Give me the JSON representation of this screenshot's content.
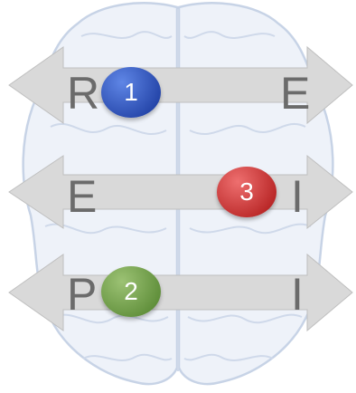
{
  "colors": {
    "arrow_fill": "#d9d9d9",
    "letter": "#6b6b6b",
    "brain_stroke": "#c7d3e6",
    "brain_fill": "#eef2f9"
  },
  "rows": [
    {
      "left_letter": "R",
      "right_letter": "E",
      "badge": {
        "number": "1",
        "color_light": "#5f86e6",
        "color_dark": "#1f3fa3"
      }
    },
    {
      "left_letter": "E",
      "right_letter": "I",
      "badge": {
        "number": "3",
        "color_light": "#ee6f6f",
        "color_dark": "#b42020"
      }
    },
    {
      "left_letter": "P",
      "right_letter": "I",
      "badge": {
        "number": "2",
        "color_light": "#9cc274",
        "color_dark": "#5a8a35"
      }
    }
  ]
}
